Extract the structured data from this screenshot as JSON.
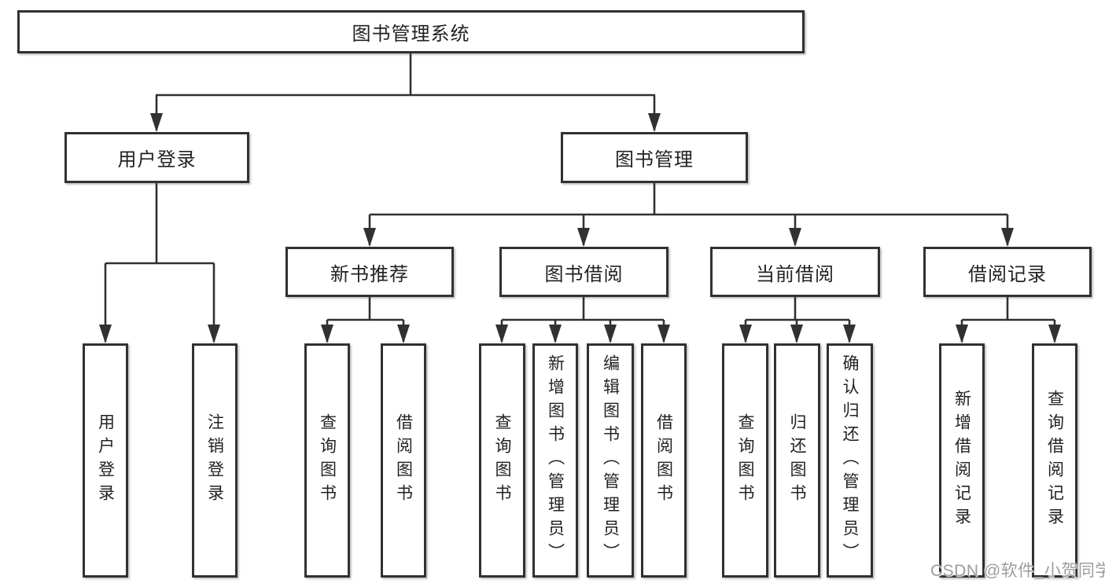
{
  "diagram": {
    "title": "图书管理系统",
    "root": {
      "label": "图书管理系统"
    },
    "branches": [
      {
        "label": "用户登录",
        "children": [
          "用户登录",
          "注销登录"
        ]
      },
      {
        "label": "图书管理",
        "children": [
          {
            "label": "新书推荐",
            "children": [
              "查询图书",
              "借阅图书"
            ]
          },
          {
            "label": "图书借阅",
            "children": [
              "查询图书",
              "新增图书（管理员）",
              "编辑图书（管理员）",
              "借阅图书"
            ]
          },
          {
            "label": "当前借阅",
            "children": [
              "查询图书",
              "归还图书",
              "确认归还（管理员）"
            ]
          },
          {
            "label": "借阅记录",
            "children": [
              "新增借阅记录",
              "查询借阅记录"
            ]
          }
        ]
      }
    ]
  },
  "watermark": {
    "text": "CSDN @软件_小贺同学",
    "color": "#9d9d9d"
  },
  "colors": {
    "line": "#313131",
    "box_border": "#313131",
    "text": "#222222",
    "background": "#ffffff"
  }
}
